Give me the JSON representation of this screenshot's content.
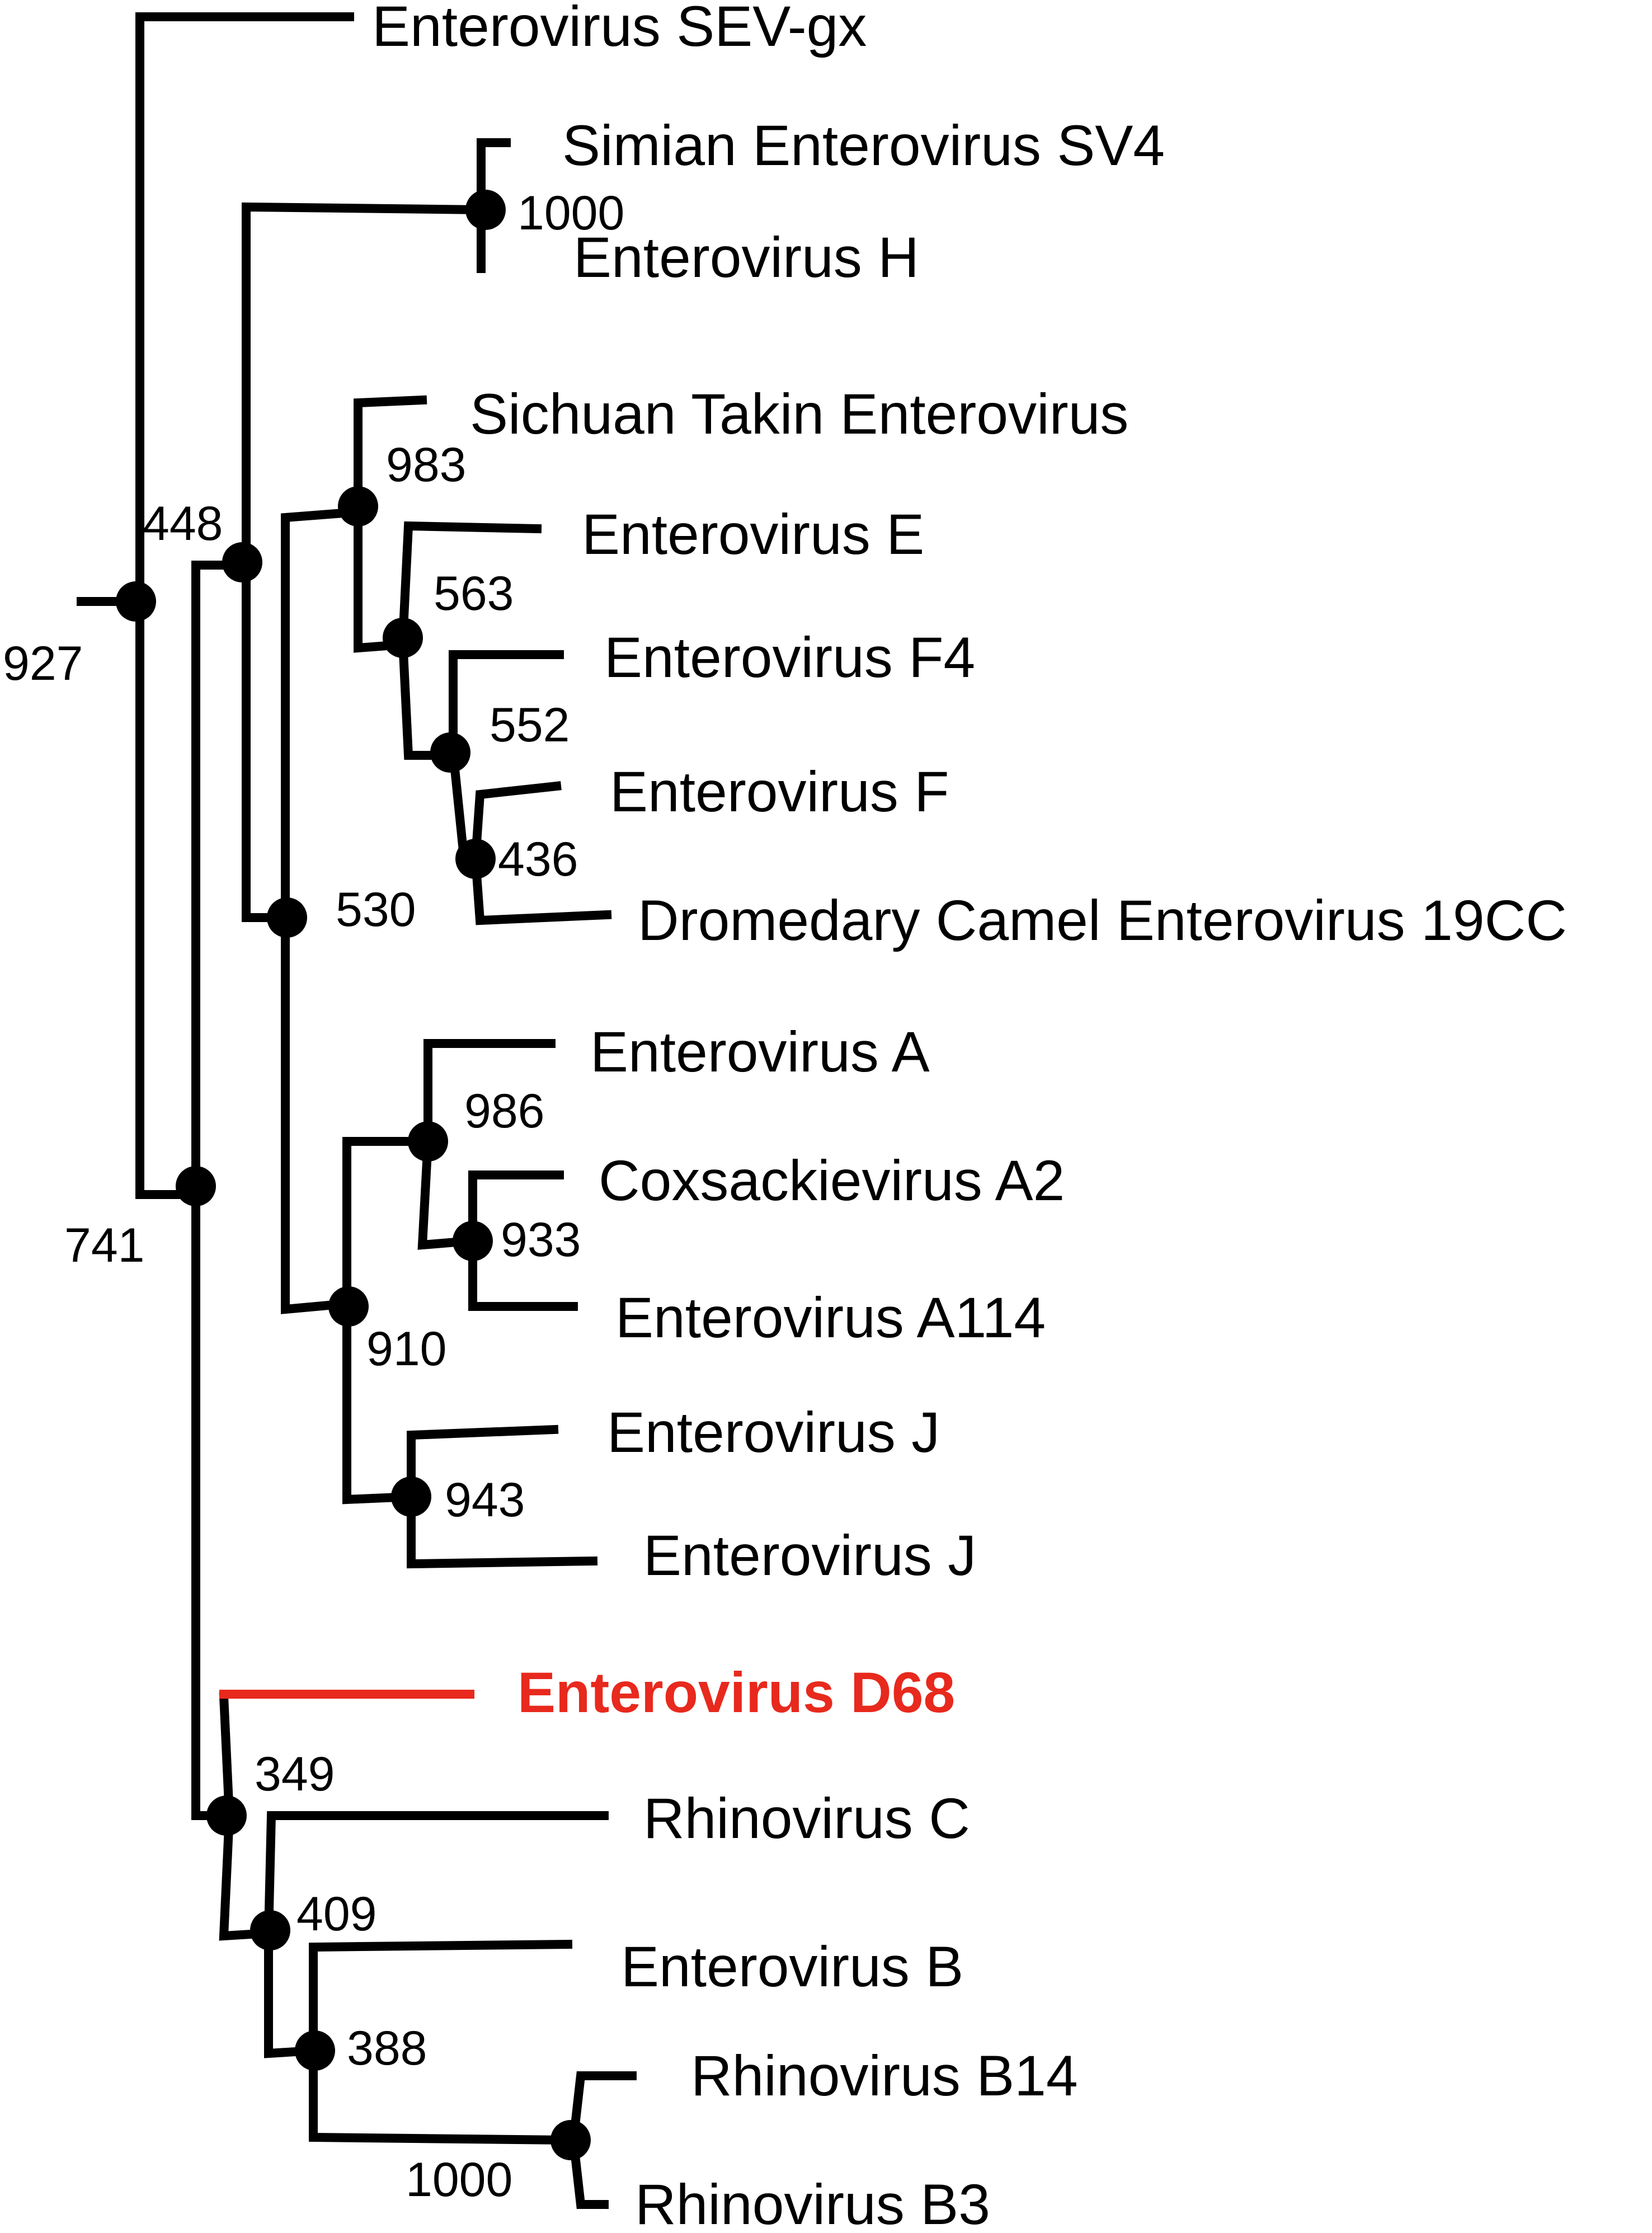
{
  "highlight_color": "#e8291d",
  "line_color": "#000000",
  "taxa": {
    "sev_gx": "Enterovirus SEV-gx",
    "simian_sv4": "Simian Enterovirus SV4",
    "ev_h": "Enterovirus H",
    "sichuan_takin": "Sichuan Takin Enterovirus",
    "ev_e": "Enterovirus E",
    "ev_f4": "Enterovirus F4",
    "ev_f": "Enterovirus F",
    "camel_19cc": "Dromedary Camel Enterovirus 19CC",
    "ev_a": "Enterovirus A",
    "cva2": "Coxsackievirus A2",
    "ev_a114": "Enterovirus A114",
    "ev_j1": "Enterovirus J",
    "ev_j2": "Enterovirus J",
    "ev_d68": "Enterovirus D68",
    "rv_c": "Rhinovirus C",
    "ev_b": "Enterovirus B",
    "rv_b14": "Rhinovirus B14",
    "rv_b3": "Rhinovirus B3"
  },
  "support": {
    "root": "927",
    "n448": "448",
    "n1000_h": "1000",
    "n983": "983",
    "n563": "563",
    "n552": "552",
    "n436": "436",
    "n530": "530",
    "n986": "986",
    "n933": "933",
    "n910": "910",
    "n943": "943",
    "n741": "741",
    "n349": "349",
    "n409": "409",
    "n388": "388",
    "n1000_b": "1000"
  }
}
